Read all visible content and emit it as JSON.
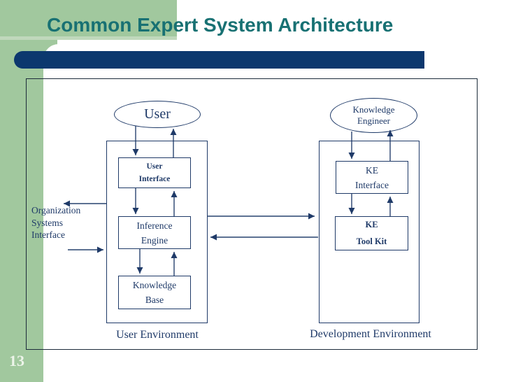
{
  "title": "Common Expert System Architecture",
  "page_number": "13",
  "colors": {
    "background_green": "#a1c89e",
    "accent_bar_navy": "#0c386e",
    "title_teal": "#187173",
    "diagram_navy": "#1f3a68",
    "frame_border": "#1c2b3a",
    "page_number_color": "#edf4ea"
  },
  "diagram": {
    "user_ellipse": "User",
    "ke_ellipse": {
      "line1": "Knowledge",
      "line2": "Engineer"
    },
    "boxes": {
      "user_interface": {
        "line1": "User",
        "line2": "Interface"
      },
      "inference_engine": {
        "line1": "Inference",
        "line2": "Engine"
      },
      "knowledge_base": {
        "line1": "Knowledge",
        "line2": "Base"
      },
      "ke_interface": {
        "line1": "KE",
        "line2": "Interface"
      },
      "ke_toolkit": {
        "line1": "KE",
        "line2": "Tool Kit"
      }
    },
    "side_label": {
      "line1": "Organization",
      "line2": "Systems",
      "line3": "Interface"
    },
    "environment_labels": {
      "user": "User Environment",
      "development": "Development Environment"
    }
  }
}
